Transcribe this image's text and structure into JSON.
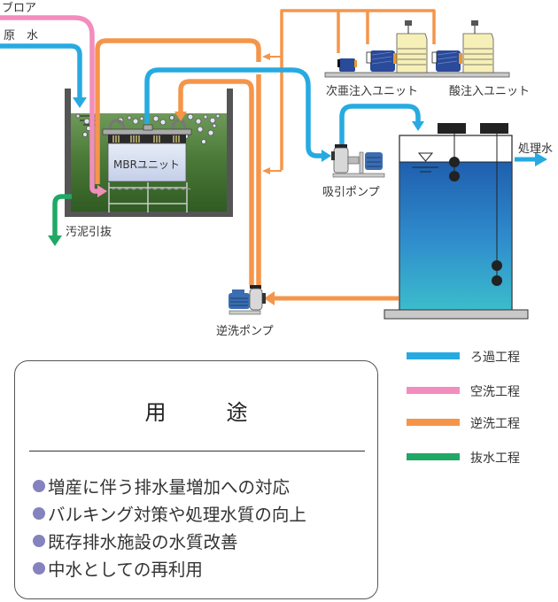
{
  "labels": {
    "blower": "ブロア",
    "raw_water": "原　水",
    "mbr_unit": "MBRユニット",
    "sludge_withdrawal": "汚泥引抜",
    "hypochlorite_unit": "次亜注入ユニット",
    "acid_unit": "酸注入ユニット",
    "suction_pump": "吸引ポンプ",
    "treated_water": "処理水",
    "backwash_pump": "逆洗ポンプ"
  },
  "legend": [
    {
      "label": "ろ過工程",
      "color": "#27aae1"
    },
    {
      "label": "空洗工程",
      "color": "#f28dbd"
    },
    {
      "label": "逆洗工程",
      "color": "#f5954a"
    },
    {
      "label": "抜水工程",
      "color": "#20a866"
    }
  ],
  "colors": {
    "filtration": "#27aae1",
    "air_wash": "#f28dbd",
    "backwash": "#f5954a",
    "drain": "#20a866",
    "sludge_tank": "#4e7a3a",
    "treated_tank": "#2f7fc4",
    "bullet": "#8582c0"
  },
  "usage": {
    "title": "用　途",
    "items": [
      "増産に伴う排水量増加への対応",
      "バルキング対策や処理水質の向上",
      "既存排水施設の水質改善",
      "中水としての再利用"
    ]
  }
}
